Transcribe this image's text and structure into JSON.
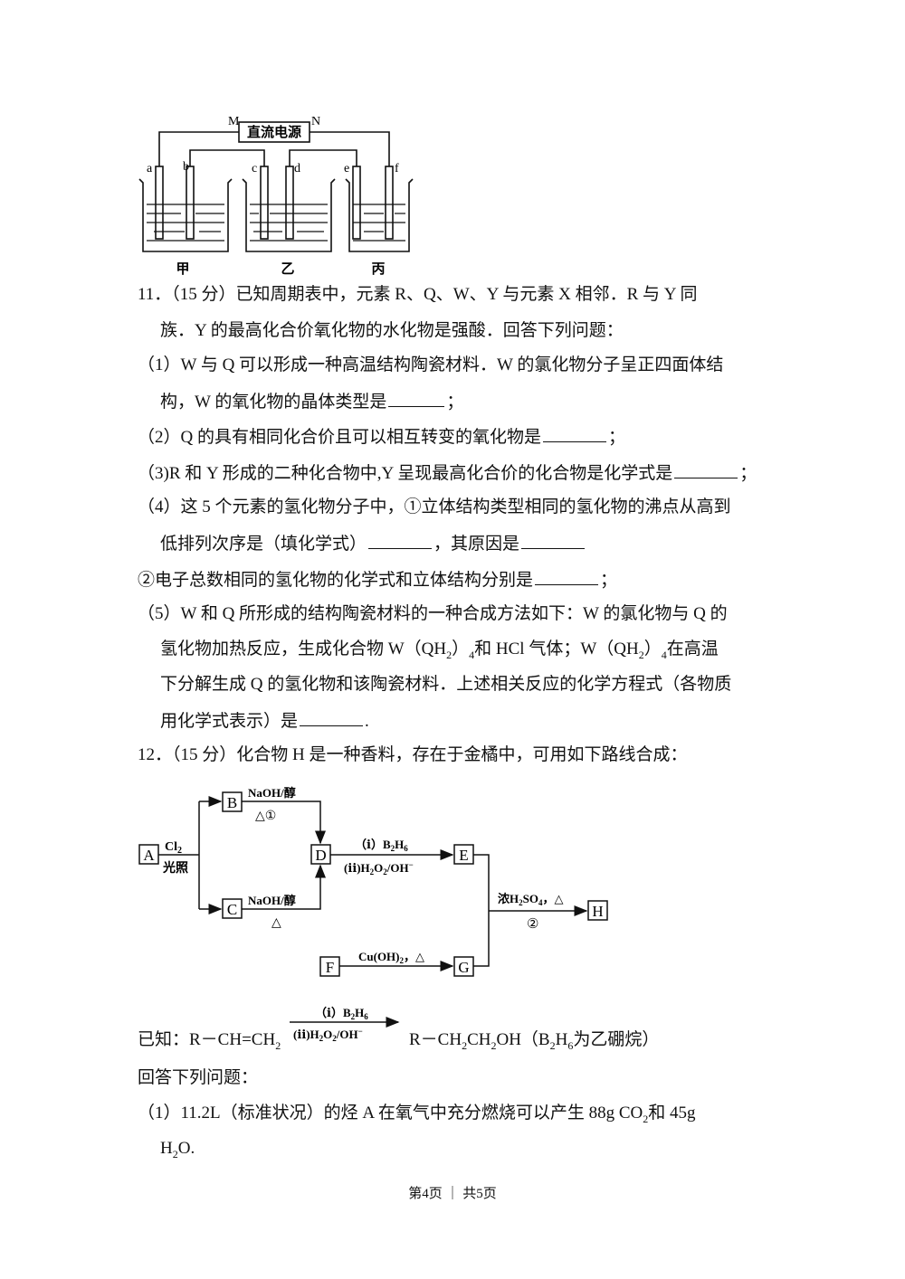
{
  "electrolysis": {
    "power_label": "直流电源",
    "terminal_m": "M",
    "terminal_n": "N",
    "electrodes": [
      "a",
      "b",
      "c",
      "d",
      "e",
      "f"
    ],
    "cells": [
      "甲",
      "乙",
      "丙"
    ]
  },
  "q11": {
    "head_1": "11．（15 分）已知周期表中，元素 R、Q、W、Y 与元素 X 相邻．R 与 Y 同",
    "head_2": "族．Y 的最高化合价氧化物的水化物是强酸．回答下列问题：",
    "p1_line1": "（1）W 与 Q 可以形成一种高温结构陶瓷材料．W 的氯化物分子呈正四面体结",
    "p1_line2_a": "构，W 的氧化物的晶体类型是",
    "p1_line2_b": "；",
    "p2_a": "（2）Q 的具有相同化合价且可以相互转变的氧化物是",
    "p2_b": "；",
    "p3_a": "（3)R 和 Y 形成的二种化合物中,Y 呈现最高化合价的化合物是化学式是",
    "p3_b": "；",
    "p4_line1": "（4）这 5 个元素的氢化物分子中，①立体结构类型相同的氢化物的沸点从高到",
    "p4_line2_a": "低排列次序是（填化学式）",
    "p4_line2_b": "，其原因是",
    "p4_line3_a": "②电子总数相同的氢化物的化学式和立体结构分别是",
    "p4_line3_b": "；",
    "p5_line1": "（5）W 和 Q 所形成的结构陶瓷材料的一种合成方法如下：W 的氯化物与 Q 的",
    "p5_line2_a": "氢化物加热反应，生成化合物 W（QH",
    "p5_line2_sub1": "2",
    "p5_line2_b": "）",
    "p5_line2_sub2": "4",
    "p5_line2_c": "和 HCl 气体；W（QH",
    "p5_line2_sub3": "2",
    "p5_line2_d": "）",
    "p5_line2_sub4": "4",
    "p5_line2_e": "在高温",
    "p5_line3": "下分解生成 Q 的氢化物和该陶瓷材料．上述相关反应的化学方程式（各物质",
    "p5_line4_a": "用化学式表示）是",
    "p5_line4_b": "."
  },
  "q12": {
    "head": "12．（15 分）化合物 H 是一种香料，存在于金橘中，可用如下路线合成：",
    "nodes": {
      "A": "A",
      "B": "B",
      "C": "C",
      "D": "D",
      "E": "E",
      "F": "F",
      "G": "G",
      "H": "H"
    },
    "cond_cl2": "Cl",
    "cond_cl2_sub": "2",
    "cond_light": "光照",
    "cond_b_top": "NaOH/醇",
    "cond_b_bottom": "△①",
    "cond_c_top": "NaOH/醇",
    "cond_c_bottom": "△",
    "cond_de_top": "（ⅰ）B",
    "cond_de_top_sub1": "2",
    "cond_de_top_b": "H",
    "cond_de_top_sub2": "6",
    "cond_de_bottom": "(ⅱ)H",
    "cond_de_bottom_sub1": "2",
    "cond_de_bottom_b": "O",
    "cond_de_bottom_sub2": "2",
    "cond_de_bottom_c": "/OH",
    "cond_de_bottom_sup": "−",
    "cond_h_top": "浓H",
    "cond_h_top_sub1": "2",
    "cond_h_top_b": "SO",
    "cond_h_top_sub2": "4",
    "cond_h_top_c": "，△",
    "cond_h_bottom": "②",
    "cond_fg": "Cu(OH)",
    "cond_fg_sub": "2",
    "cond_fg_b": "，△",
    "known_prefix": "已知：R－CH=CH",
    "known_prefix_sub": "2",
    "known_arrow_top": "（ⅰ）B",
    "known_arrow_top_sub1": "2",
    "known_arrow_top_b": "H",
    "known_arrow_top_sub2": "6",
    "known_arrow_bottom": "(ⅱ)H",
    "known_arrow_bottom_sub1": "2",
    "known_arrow_bottom_b": "O",
    "known_arrow_bottom_sub2": "2",
    "known_arrow_bottom_c": "/OH",
    "known_arrow_bottom_sup": "−",
    "known_suffix_a": "R－CH",
    "known_suffix_sub1": "2",
    "known_suffix_b": "CH",
    "known_suffix_sub2": "2",
    "known_suffix_c": "OH（B",
    "known_suffix_sub3": "2",
    "known_suffix_d": "H",
    "known_suffix_sub4": "6",
    "known_suffix_e": "为乙硼烷）",
    "answer_intro": "回答下列问题：",
    "p1_line1_a": "（1）11.2L（标准状况）的烃 A 在氧气中充分燃烧可以产生 88g CO",
    "p1_line1_sub": "2",
    "p1_line1_b": "和 45g",
    "p1_line2_a": "H",
    "p1_line2_sub": "2",
    "p1_line2_b": "O."
  },
  "footer": "第4页 ｜ 共5页"
}
